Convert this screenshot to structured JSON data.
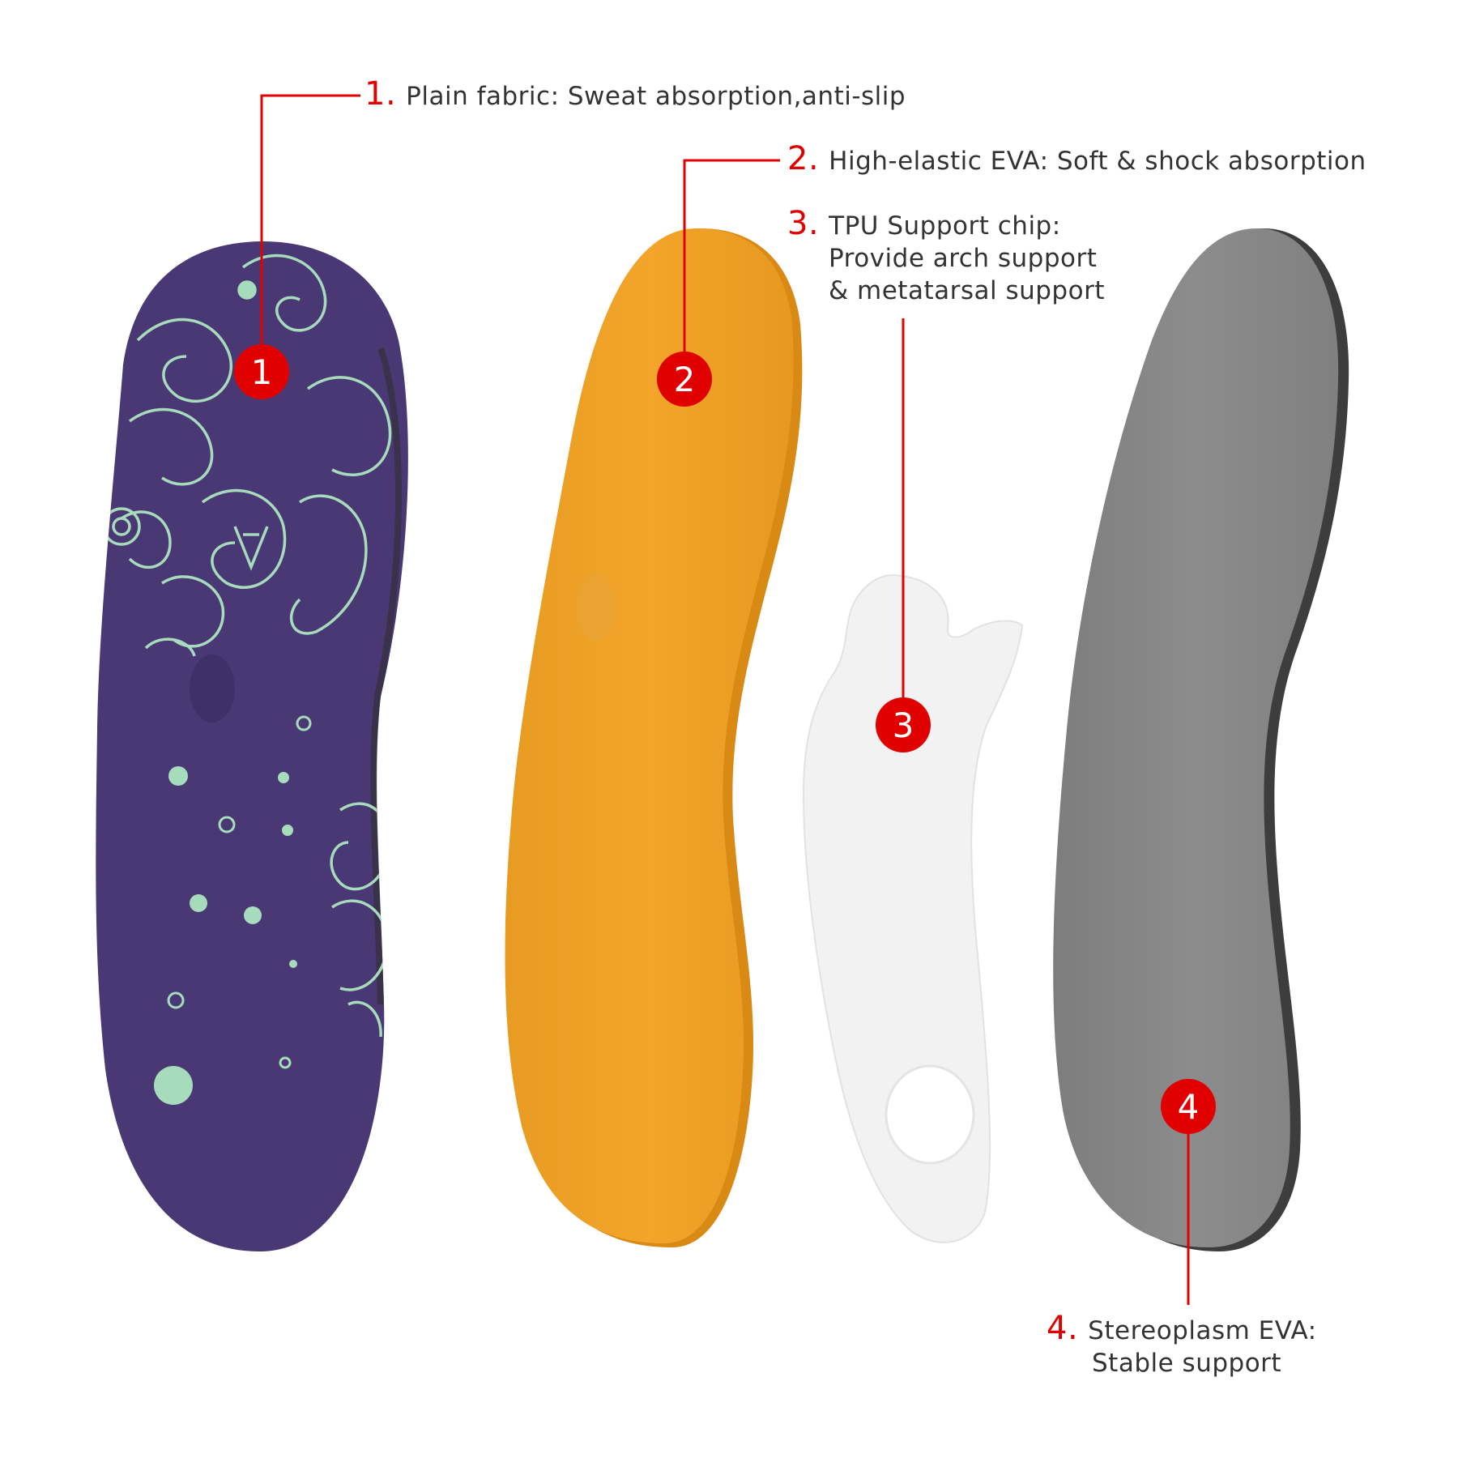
{
  "colors": {
    "accent_red": "#e10000",
    "fabric_purple": "#4a3874",
    "pattern_mint": "#a6dcbc",
    "eva_orange": "#f0a126",
    "tpu_white": "#f3f3f3",
    "base_grey": "#888888",
    "text_grey": "#333333"
  },
  "layers": [
    {
      "number": "1.",
      "badge": "1",
      "title": "Plain fabric: Sweat absorption,anti-slip",
      "subtitle": ""
    },
    {
      "number": "2.",
      "badge": "2",
      "title": "High-elastic EVA: Soft & shock absorption",
      "subtitle": ""
    },
    {
      "number": "3.",
      "badge": "3",
      "title": "TPU Support chip:",
      "subtitle": "Provide arch support",
      "subtitle2": "& metatarsal support"
    },
    {
      "number": "4.",
      "badge": "4",
      "title": "Stereoplasm EVA:",
      "subtitle": "Stable support"
    }
  ]
}
